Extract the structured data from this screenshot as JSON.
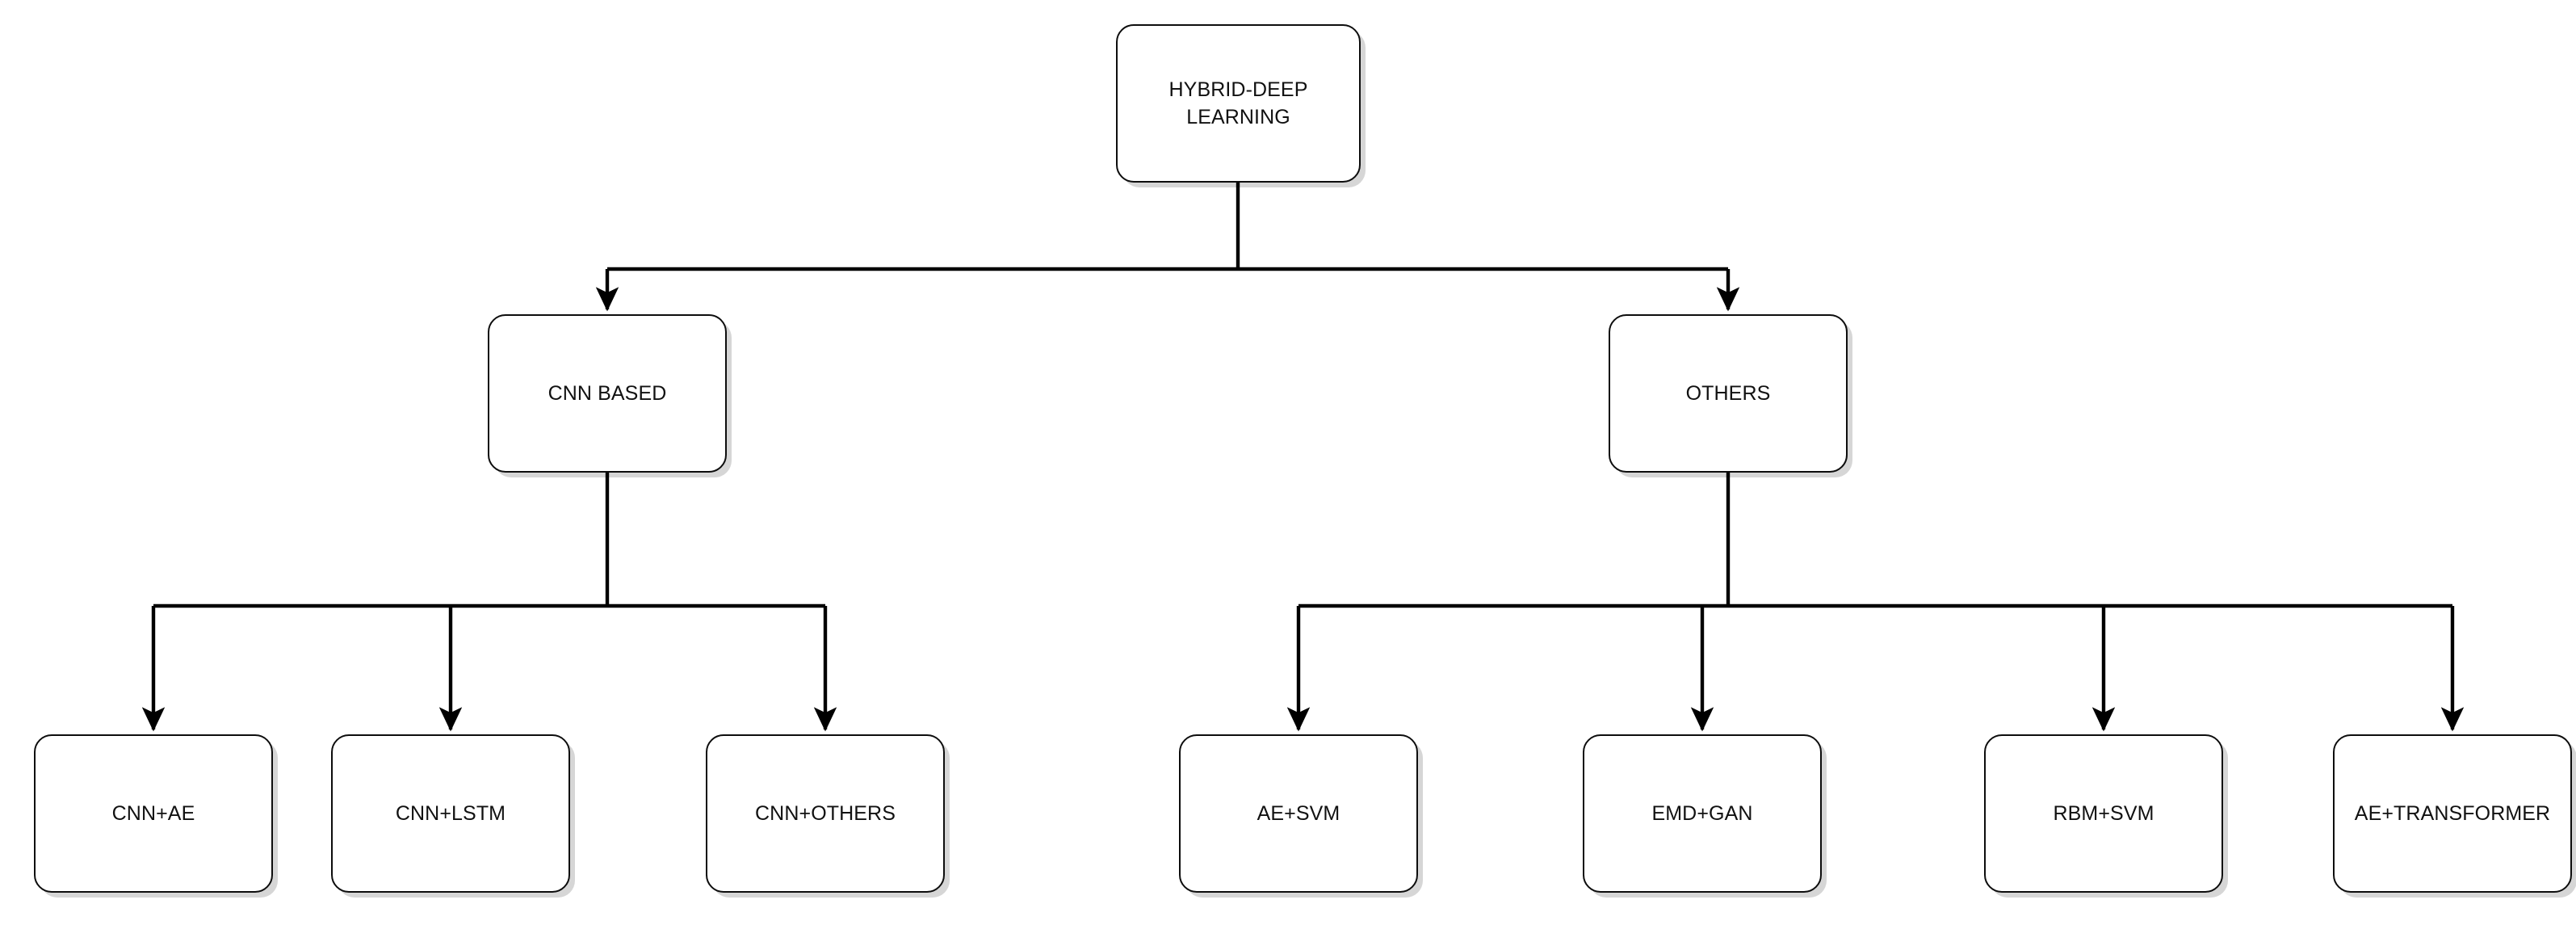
{
  "diagram": {
    "type": "hierarchy-flowchart",
    "orientation": "top-down",
    "levels": 3,
    "background_color": "#ffffff",
    "node_fill_color": "#ffffff",
    "node_border_color": "#0d0d0d",
    "node_shadow_color": "#cccccc",
    "connector_color": "#000000",
    "arrowhead": "solid-triangle",
    "nodes": {
      "root": {
        "label": "HYBRID-DEEP\nLEARNING"
      },
      "branch_left": {
        "label": "CNN BASED"
      },
      "branch_right": {
        "label": "OTHERS"
      },
      "leaf_cnn_ae": {
        "label": "CNN+AE"
      },
      "leaf_cnn_lstm": {
        "label": "CNN+LSTM"
      },
      "leaf_cnn_others": {
        "label": "CNN+OTHERS"
      },
      "leaf_ae_svm": {
        "label": "AE+SVM"
      },
      "leaf_emd_gan": {
        "label": "EMD+GAN"
      },
      "leaf_rbm_svm": {
        "label": "RBM+SVM"
      },
      "leaf_ae_transformer": {
        "label": "AE+TRANSFORMER"
      }
    },
    "edges": [
      {
        "from": "root",
        "to": "branch_left"
      },
      {
        "from": "root",
        "to": "branch_right"
      },
      {
        "from": "branch_left",
        "to": "leaf_cnn_ae"
      },
      {
        "from": "branch_left",
        "to": "leaf_cnn_lstm"
      },
      {
        "from": "branch_left",
        "to": "leaf_cnn_others"
      },
      {
        "from": "branch_right",
        "to": "leaf_ae_svm"
      },
      {
        "from": "branch_right",
        "to": "leaf_emd_gan"
      },
      {
        "from": "branch_right",
        "to": "leaf_rbm_svm"
      },
      {
        "from": "branch_right",
        "to": "leaf_ae_transformer"
      }
    ]
  }
}
